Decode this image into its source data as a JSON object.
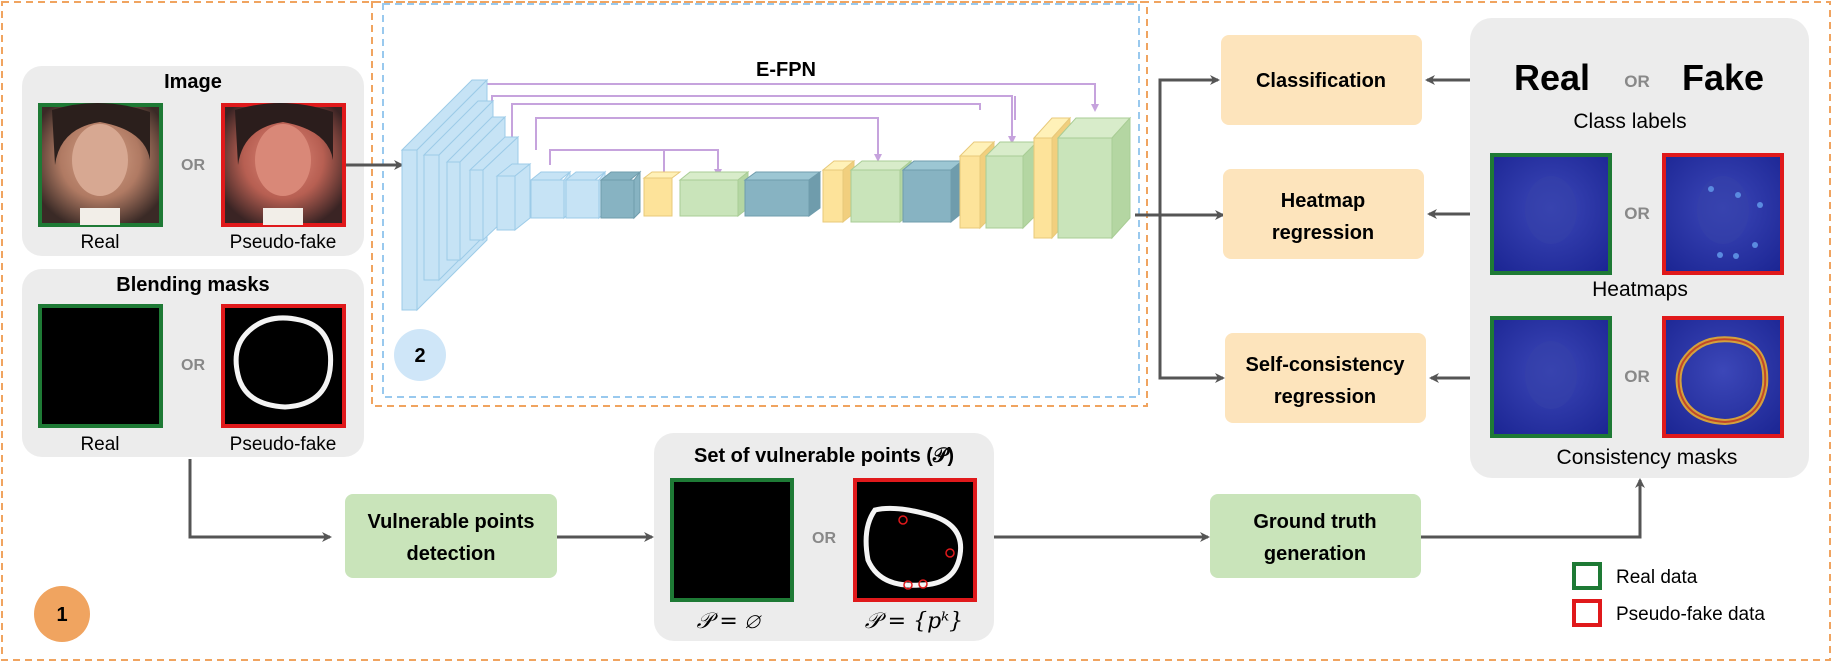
{
  "image_panel": {
    "title": "Image",
    "or": "OR",
    "real": "Real",
    "fake": "Pseudo-fake"
  },
  "blend_panel": {
    "title": "Blending masks",
    "or": "OR",
    "real": "Real",
    "fake": "Pseudo-fake"
  },
  "network": {
    "label": "E-FPN",
    "badge": "2"
  },
  "stage_badge": "1",
  "heads": {
    "classification": [
      "Classification"
    ],
    "heatmap": [
      "Heatmap",
      "regression"
    ],
    "consistency": [
      "Self-consistency",
      "regression"
    ]
  },
  "targets": {
    "real_label": "Real",
    "or": "OR",
    "fake_label": "Fake",
    "class_caption": "Class labels",
    "heatmap_caption": "Heatmaps",
    "mask_caption": "Consistency masks"
  },
  "vulnerable": [
    "Vulnerable points",
    "detection"
  ],
  "ground_truth": [
    "Ground truth",
    "generation"
  ],
  "points_panel": {
    "title": "Set of vulnerable points (𝒫)",
    "or": "OR",
    "empty": "𝒫 = ∅",
    "set": "𝒫 = {pᵏ}"
  },
  "legend": {
    "real": "Real data",
    "fake": "Pseudo-fake data"
  },
  "colors": {
    "green": "#1e7a35",
    "red": "#e0191b",
    "orange": "#f0a460",
    "blue_dash": "#99c9ee",
    "head_fill": "#fde4bc",
    "process_fill": "#c9e4ba",
    "panel_fill": "#ececec",
    "arrow": "#555555",
    "skip": "#c6a3dd"
  }
}
